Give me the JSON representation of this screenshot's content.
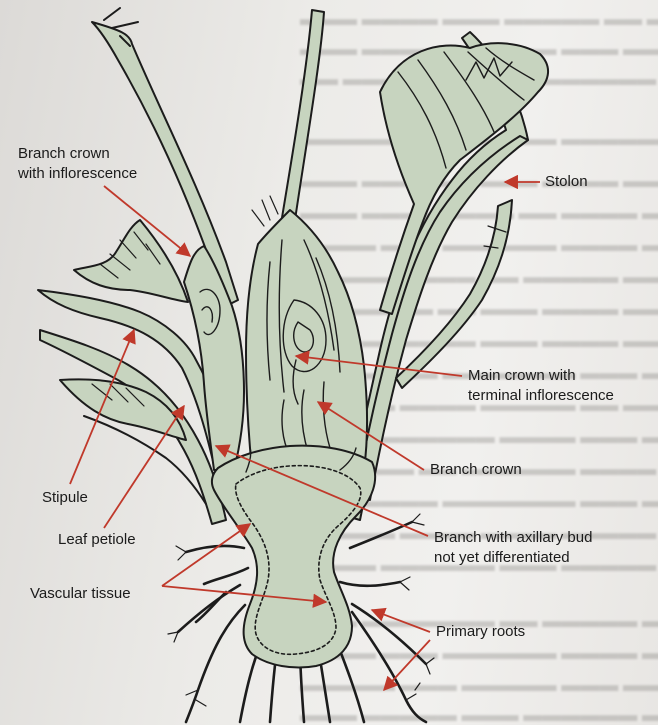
{
  "diagram": {
    "labels": {
      "branch_crown_inflorescence": [
        "Branch crown",
        "with inflorescence"
      ],
      "stolon": "Stolon",
      "main_crown": [
        "Main crown with",
        "terminal inflorescence"
      ],
      "branch_crown": "Branch crown",
      "stipule": "Stipule",
      "branch_axillary_bud": [
        "Branch with axillary bud",
        "not yet differentiated"
      ],
      "leaf_petiole": "Leaf petiole",
      "vascular_tissue": "Vascular tissue",
      "primary_roots": "Primary roots"
    },
    "colors": {
      "plant_fill": "#c7d4bf",
      "outline": "#1c1c1c",
      "arrow": "#c0392b",
      "label_text": "#1b1b1b"
    }
  }
}
